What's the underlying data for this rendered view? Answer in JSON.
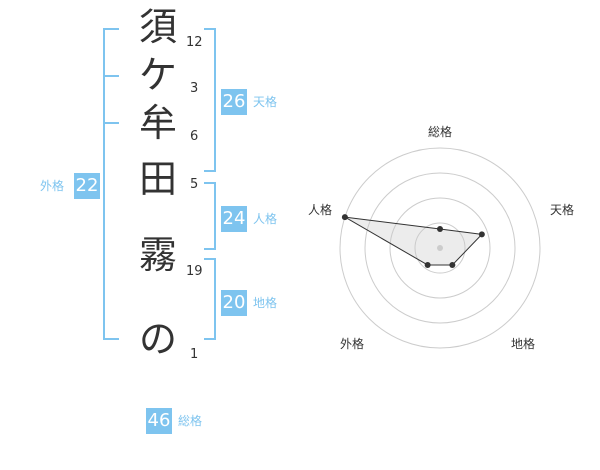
{
  "name_chars": [
    {
      "char": "須",
      "strokes": "12"
    },
    {
      "char": "ケ",
      "strokes": "3"
    },
    {
      "char": "牟",
      "strokes": "6"
    },
    {
      "char": "田",
      "strokes": "5"
    },
    {
      "char": "霧",
      "strokes": "19"
    },
    {
      "char": "の",
      "strokes": "1"
    }
  ],
  "scores": {
    "tenkaku": {
      "label": "天格",
      "value": "26"
    },
    "jinkaku": {
      "label": "人格",
      "value": "24"
    },
    "chikaku": {
      "label": "地格",
      "value": "20"
    },
    "gaikaku": {
      "label": "外格",
      "value": "22"
    },
    "soukaku": {
      "label": "総格",
      "value": "46"
    }
  },
  "colors": {
    "accent": "#7ec4ef",
    "text": "#333333",
    "grid": "#cccccc"
  },
  "chart_data": {
    "type": "radar",
    "axes": [
      "総格",
      "天格",
      "地格",
      "外格",
      "人格"
    ],
    "values": [
      0.19,
      0.44,
      0.21,
      0.21,
      1.0
    ],
    "rings": 4
  }
}
